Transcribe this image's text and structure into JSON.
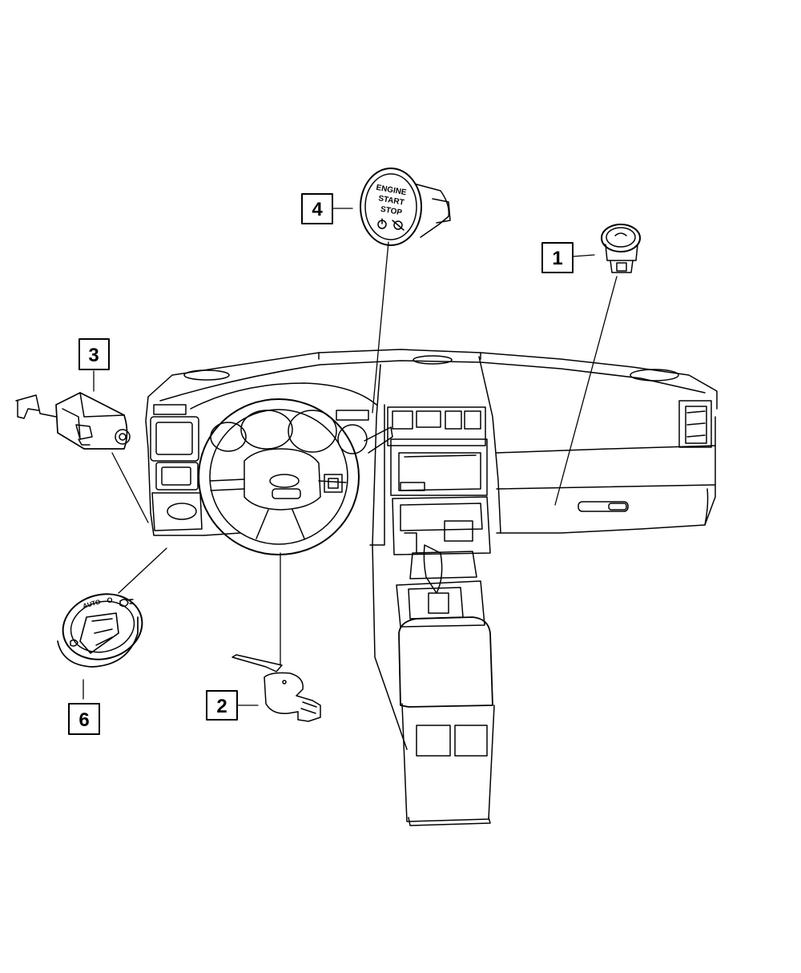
{
  "diagram": {
    "callouts": [
      {
        "id": "1",
        "label": "1",
        "part": "switch-button"
      },
      {
        "id": "2",
        "label": "2",
        "part": "sensor-lever"
      },
      {
        "id": "3",
        "label": "3",
        "part": "switch-module"
      },
      {
        "id": "4",
        "label": "4",
        "part": "engine-start-stop-button"
      },
      {
        "id": "6",
        "label": "6",
        "part": "headlamp-switch"
      }
    ],
    "start_button_text": {
      "line1": "ENGINE",
      "line2": "START",
      "line3": "STOP"
    },
    "headlamp_text": {
      "auto": "AUTO",
      "off": "O"
    },
    "colors": {
      "ink": "#000000",
      "paper": "#ffffff"
    }
  }
}
